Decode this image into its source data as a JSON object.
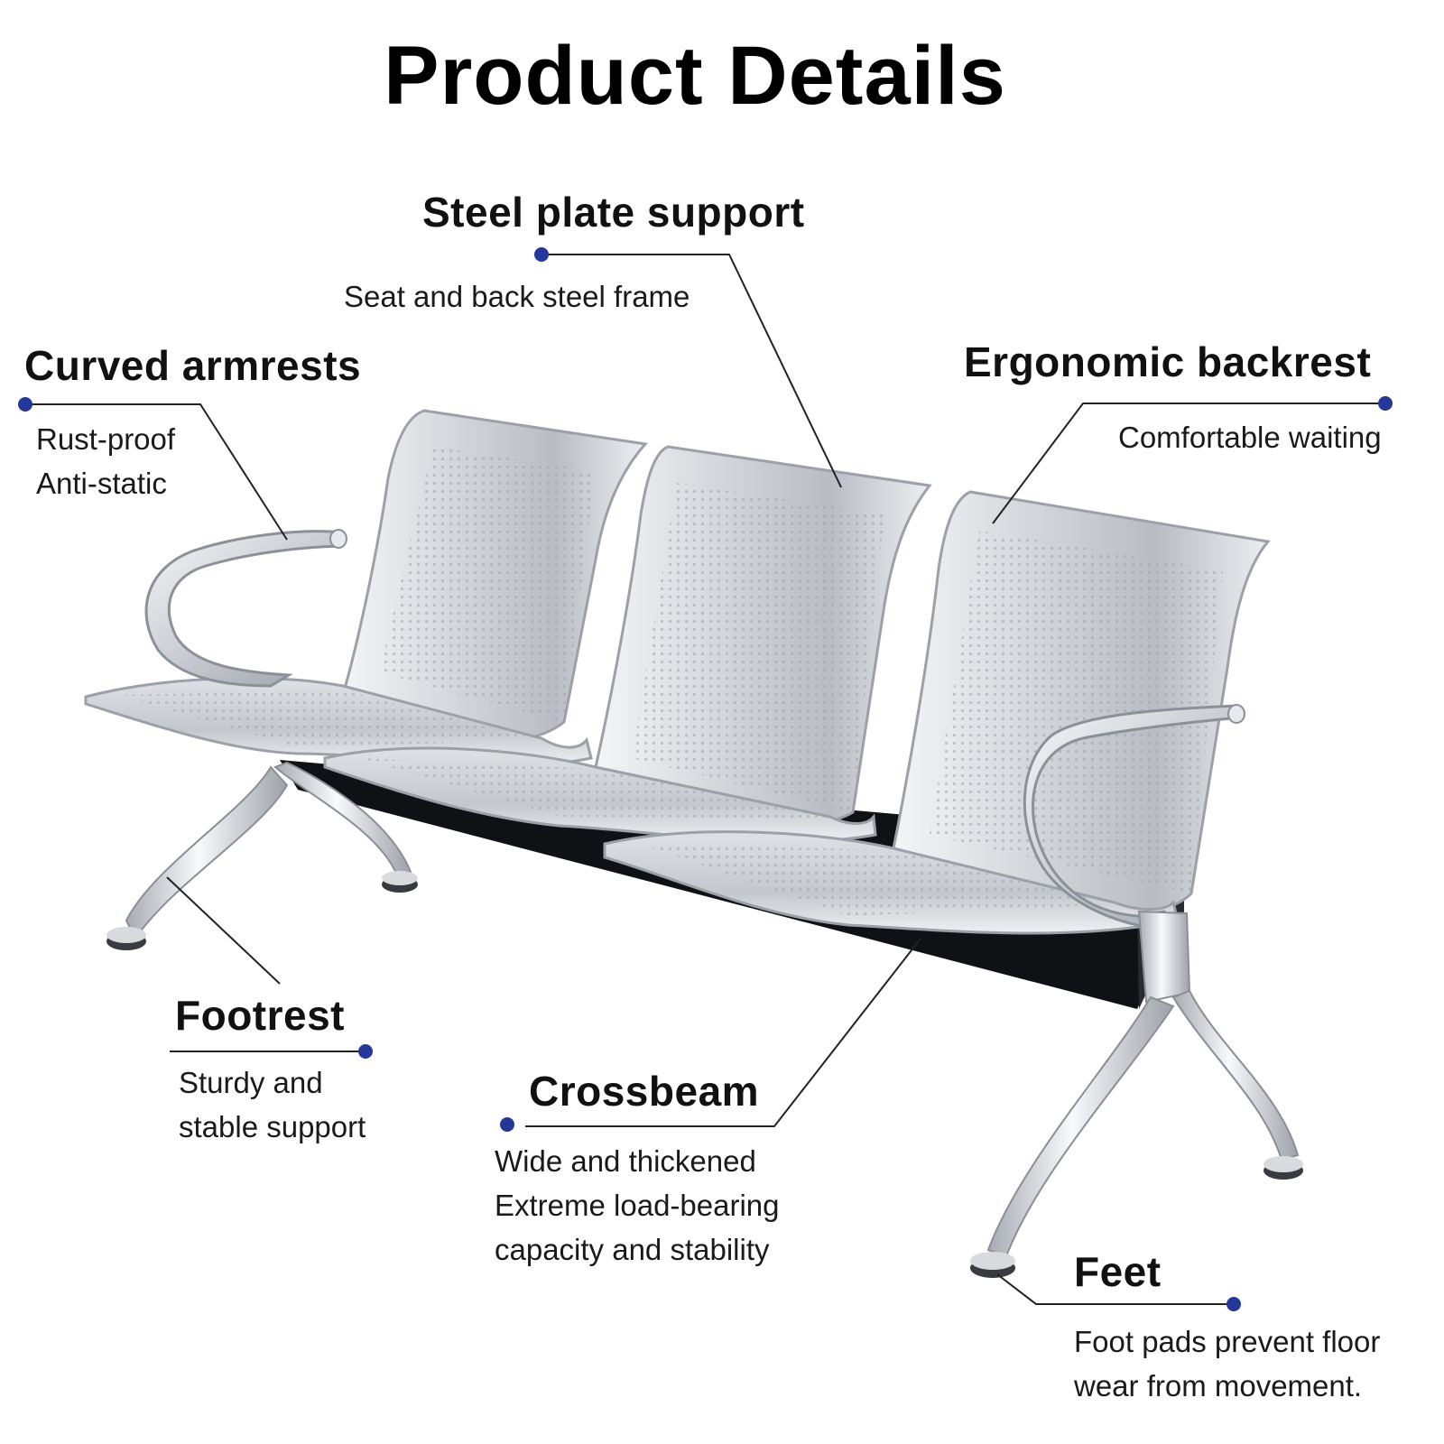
{
  "page": {
    "title": "Product Details"
  },
  "colors": {
    "accent_dot": "#26379a",
    "leader_line": "#222222",
    "metal_light": "#f4f5f7",
    "metal_mid": "#c9ccd2",
    "metal_dark": "#8d9199",
    "beam": "#101114"
  },
  "features": {
    "steel_plate": {
      "title": "Steel plate support",
      "lines": [
        "Seat and back steel frame"
      ]
    },
    "armrests": {
      "title": "Curved armrests",
      "lines": [
        "Rust-proof",
        "Anti-static"
      ]
    },
    "backrest": {
      "title": "Ergonomic backrest",
      "lines": [
        "Comfortable waiting"
      ]
    },
    "footrest": {
      "title": "Footrest",
      "lines": [
        "Sturdy and",
        "stable support"
      ]
    },
    "crossbeam": {
      "title": "Crossbeam",
      "lines": [
        "Wide and thickened",
        "Extreme load-bearing",
        "capacity and stability"
      ]
    },
    "feet": {
      "title": "Feet",
      "lines": [
        "Foot pads prevent floor",
        "wear from movement."
      ]
    }
  },
  "illustration": {
    "icon": "three-seat-waiting-bench-icon"
  }
}
